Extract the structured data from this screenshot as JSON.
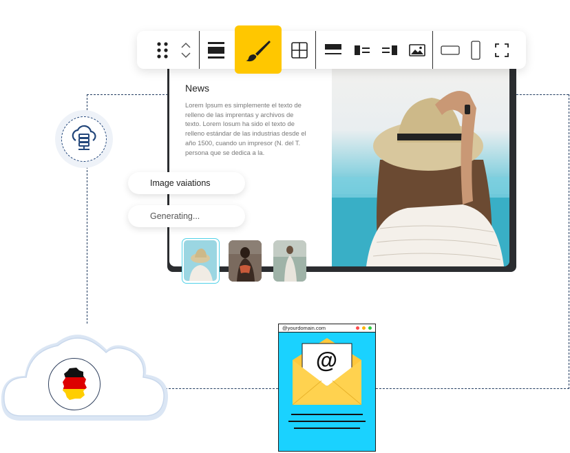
{
  "toolbar": {
    "buttons": [
      {
        "name": "drag-handle"
      },
      {
        "name": "move-up-down"
      },
      {
        "name": "align-block"
      },
      {
        "name": "style-brush",
        "active": true
      },
      {
        "name": "grid-layout"
      },
      {
        "name": "image-top"
      },
      {
        "name": "image-left"
      },
      {
        "name": "image-right"
      },
      {
        "name": "image-only"
      },
      {
        "name": "landscape-ratio"
      },
      {
        "name": "portrait-ratio"
      },
      {
        "name": "fullscreen"
      }
    ],
    "accent": "#ffc700"
  },
  "news": {
    "title": "News",
    "body": "Lorem Ipsum es simplemente el texto de relleno de las imprentas y archivos de texto. Lorem Iosum ha sido el texto de relleno estándar de las industrias desde el año 1500, cuando un impresor (N. del T. persona que se dedica a la."
  },
  "pills": {
    "image_variations": "Image vaiations",
    "generating": "Generating..."
  },
  "email": {
    "domain": "@yourdomain.com",
    "at_symbol": "@"
  },
  "colors": {
    "email_bg": "#1ad2ff",
    "envelope": "#ffc83d",
    "dashed_line": "#1f3a5f"
  }
}
